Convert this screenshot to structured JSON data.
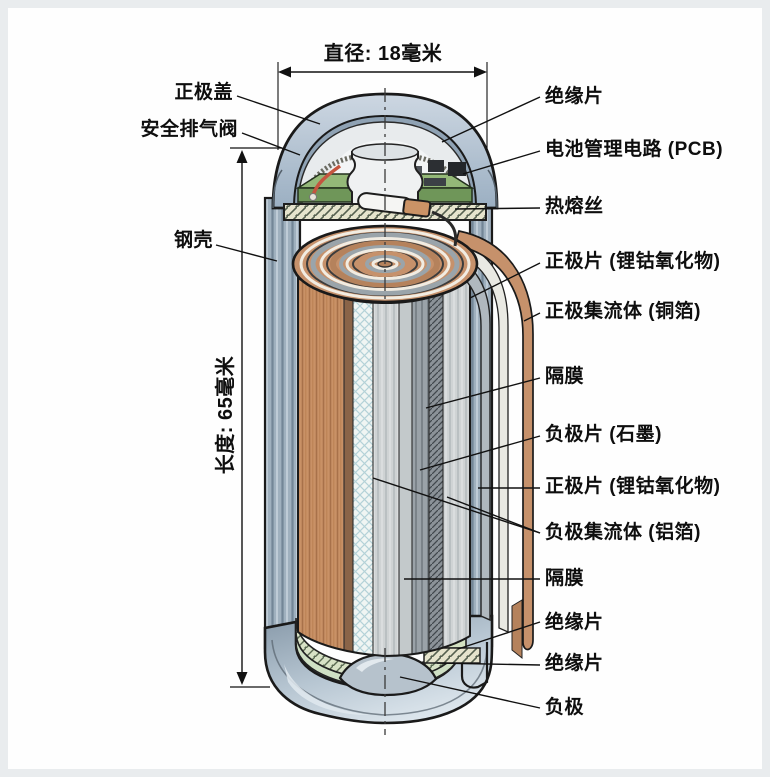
{
  "frame": {
    "background": "#e9ecee",
    "paper": "#fefefe"
  },
  "diagram": {
    "type": "battery-18650-cutaway",
    "dimensions": {
      "diameter_label": "直径: 18毫米",
      "length_label": "长度: 65毫米"
    },
    "labels_left": [
      {
        "id": "positive-cap",
        "text": "正极盖"
      },
      {
        "id": "safety-vent",
        "text": "安全排气阀"
      },
      {
        "id": "steel-shell",
        "text": "钢壳"
      }
    ],
    "labels_right": [
      {
        "id": "insulator-top",
        "text": "绝缘片"
      },
      {
        "id": "pcb",
        "text": "电池管理电路 (PCB)"
      },
      {
        "id": "thermal-fuse",
        "text": "热熔丝"
      },
      {
        "id": "cathode-sheet-upper",
        "text": "正极片 (锂钴氧化物)"
      },
      {
        "id": "cathode-collector",
        "text": "正极集流体 (铜箔)"
      },
      {
        "id": "separator-upper",
        "text": "隔膜"
      },
      {
        "id": "anode-sheet",
        "text": "负极片 (石墨)"
      },
      {
        "id": "cathode-sheet-lower",
        "text": "正极片 (锂钴氧化物)"
      },
      {
        "id": "anode-collector",
        "text": "负极集流体 (铝箔)"
      },
      {
        "id": "separator-lower",
        "text": "隔膜"
      },
      {
        "id": "insulator-mid",
        "text": "绝缘片"
      },
      {
        "id": "insulator-bottom",
        "text": "绝缘片"
      },
      {
        "id": "negative-terminal",
        "text": "负极"
      }
    ],
    "colors": {
      "outline": "#1a1a1a",
      "steel": "#aebdcc",
      "steel_dark": "#7f93a4",
      "copper": "#c6916b",
      "pcb_green": "#8fb573",
      "insulator_green": "#cfe0c4",
      "separator_white": "#eef3f1",
      "wire_red": "#c4553f"
    }
  }
}
